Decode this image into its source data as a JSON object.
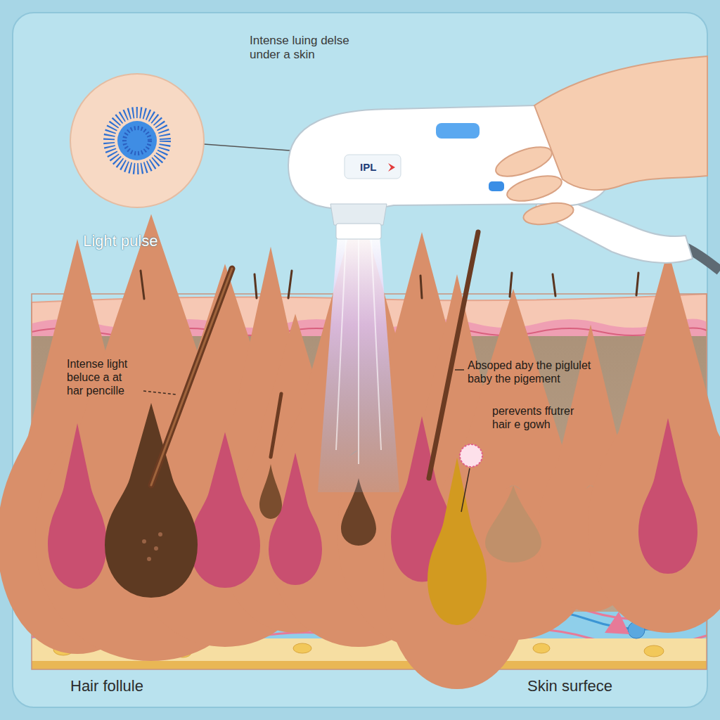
{
  "diagram": {
    "title": "Intense luing delse under a skin",
    "labels": [
      "IPL",
      "Light pulse",
      "Intense light beluce a at har pencille",
      "Absoped aby the piglulet baby the pigement",
      "perevents ffutrer hair e gowh",
      "Hair follule",
      "Skin surfece"
    ]
  }
}
